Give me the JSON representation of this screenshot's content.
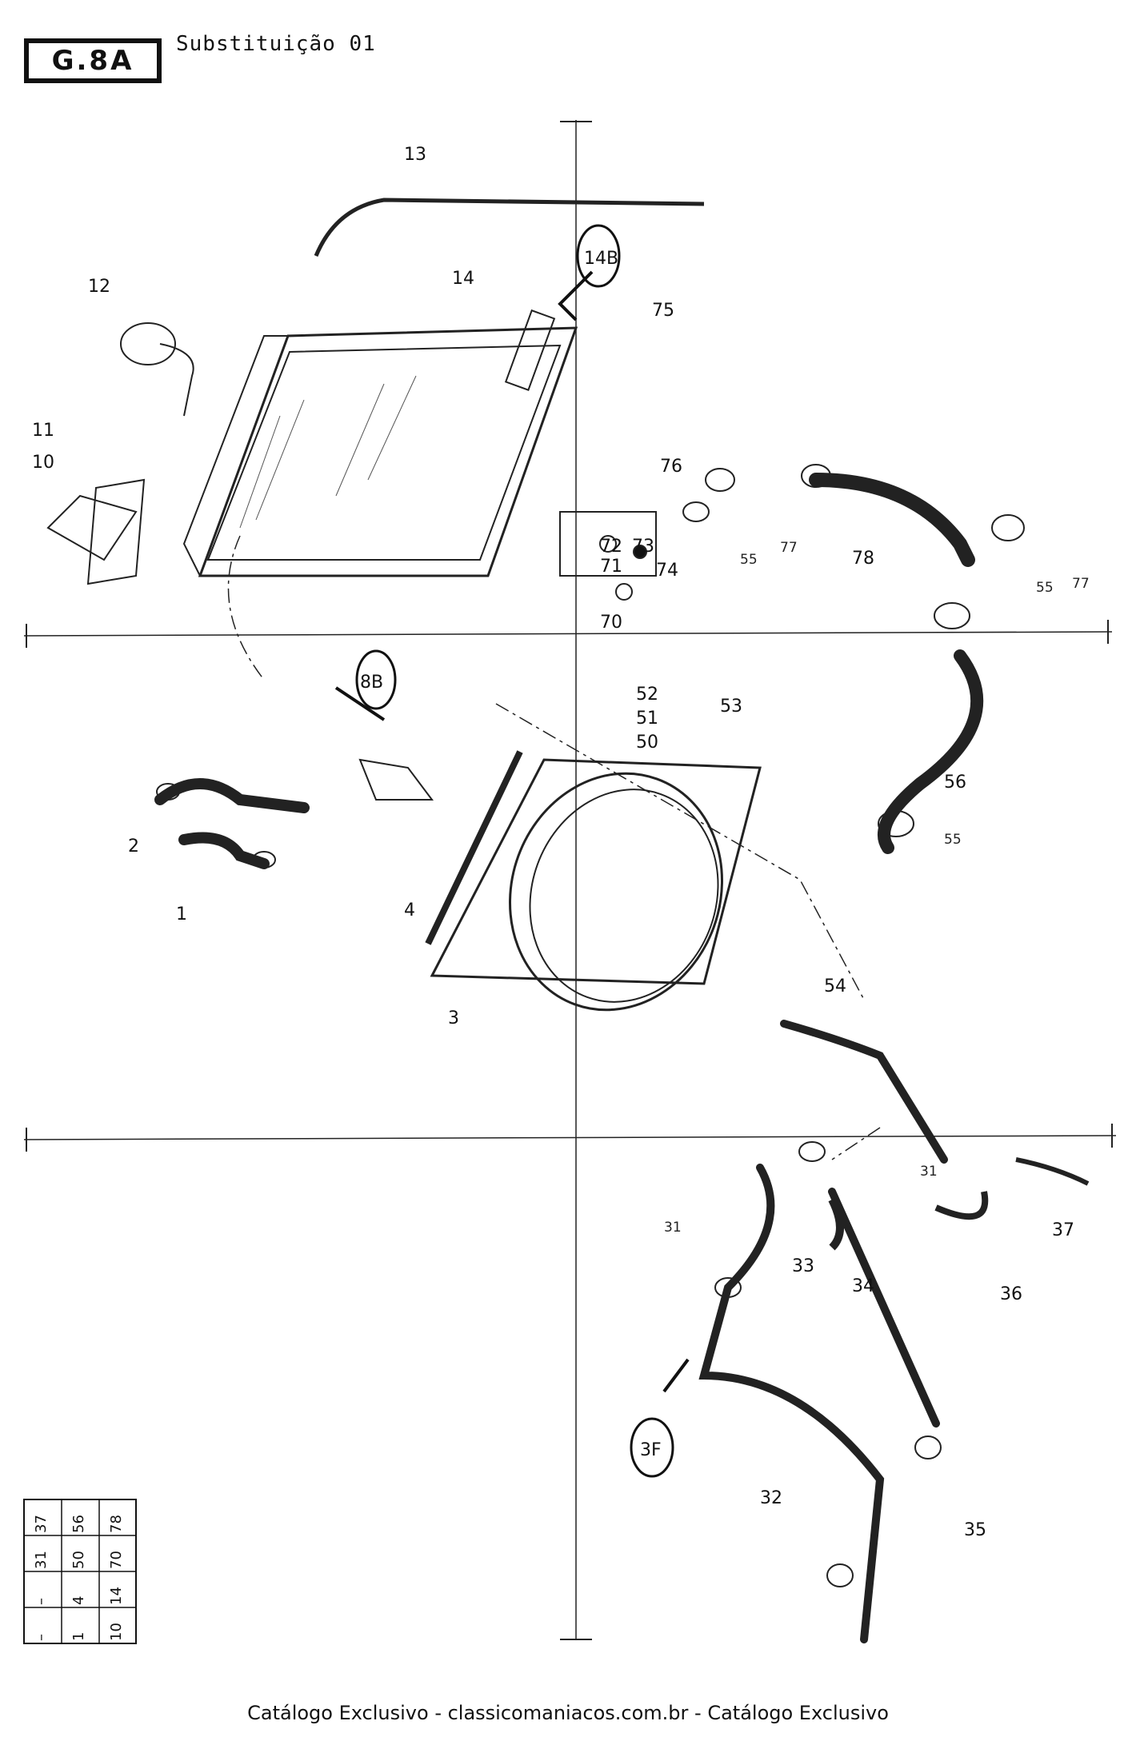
{
  "header": {
    "code": "G.8A",
    "subtitle": "Substituição 01"
  },
  "footer": {
    "text": "Catálogo Exclusivo - classicomaniacos.com.br - Catálogo Exclusivo"
  },
  "callouts": {
    "n1": "1",
    "n2": "2",
    "n3": "3",
    "n4": "4",
    "n10": "10",
    "n11": "11",
    "n12": "12",
    "n13": "13",
    "n14": "14",
    "n14b": "14B",
    "n8b": "8B",
    "n3f": "3F",
    "n31a": "31",
    "n31b": "31",
    "n32": "32",
    "n33": "33",
    "n34": "34",
    "n35": "35",
    "n36": "36",
    "n37": "37",
    "n50": "50",
    "n51": "51",
    "n52": "52",
    "n53": "53",
    "n54": "54",
    "n55a": "55",
    "n55b": "55",
    "n55c": "55",
    "n56": "56",
    "n70": "70",
    "n71": "71",
    "n72": "72",
    "n73": "73",
    "n74": "74",
    "n75": "75",
    "n76": "76",
    "n77a": "77",
    "n77b": "77",
    "n78": "78"
  },
  "ref_table": {
    "rows": [
      [
        "–",
        "–",
        "31",
        "37"
      ],
      [
        "1",
        "4",
        "50",
        "56"
      ],
      [
        "10",
        "14",
        "70",
        "78"
      ]
    ]
  }
}
